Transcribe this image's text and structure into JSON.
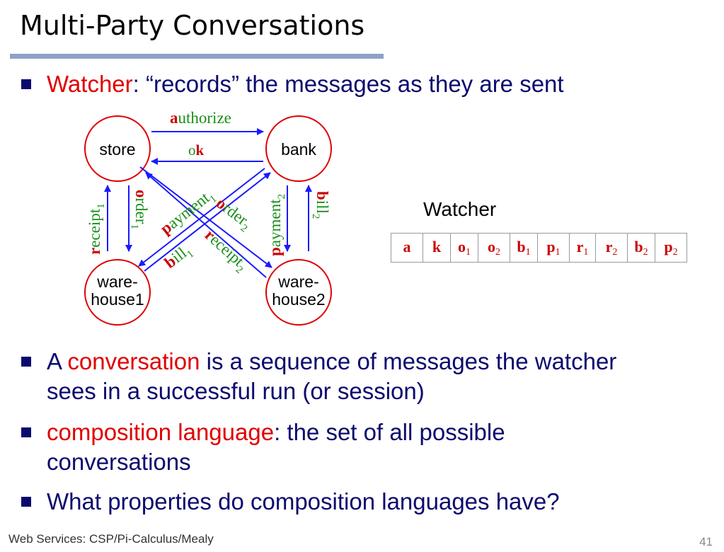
{
  "slide": {
    "title": "Multi-Party Conversations",
    "bullets": [
      {
        "highlight": "Watcher",
        "rest": ": “records” the messages as they are sent"
      },
      {
        "prefix": "A ",
        "highlight": "conversation",
        "rest": " is a sequence of messages the watcher",
        "line2": "sees in a successful run (or session)"
      },
      {
        "highlight": "composition language",
        "rest": ": the set of all possible",
        "line2": "conversations"
      },
      {
        "rest": "What properties do composition languages have?"
      }
    ],
    "footer": "Web Services: CSP/Pi-Calculus/Mealy",
    "page_number": "41"
  },
  "diagram": {
    "nodes": {
      "store": "store",
      "bank": "bank",
      "wh1_line1": "ware-",
      "wh1_line2": "house1",
      "wh2_line1": "ware-",
      "wh2_line2": "house2"
    },
    "messages": {
      "authorize": {
        "first": "a",
        "rest": "uthorize"
      },
      "ok": {
        "first": "o",
        "rest": "k"
      },
      "receipt1": {
        "first": "r",
        "rest": "eceipt",
        "sub": "1"
      },
      "order1": {
        "first": "o",
        "rest": "rder",
        "sub": "1"
      },
      "payment1": {
        "first": "p",
        "rest": "ayment",
        "sub": "1"
      },
      "order2": {
        "first": "o",
        "rest": "rder",
        "sub": "2"
      },
      "bill1": {
        "first": "b",
        "rest": "ill",
        "sub": "1"
      },
      "receipt2": {
        "first": "r",
        "rest": "eceipt",
        "sub": "2"
      },
      "payment2": {
        "first": "p",
        "rest": "ayment",
        "sub": "2"
      },
      "bill2": {
        "first": "b",
        "rest": "ill",
        "sub": "2"
      }
    },
    "colors": {
      "node_stroke": "#e00000",
      "arrow": "#1a1aff",
      "label": "#1a8f1a",
      "first_letter": "#cc0000"
    }
  },
  "watcher": {
    "label": "Watcher",
    "sequence": [
      {
        "letter": "a",
        "sub": ""
      },
      {
        "letter": "k",
        "sub": ""
      },
      {
        "letter": "o",
        "sub": "1"
      },
      {
        "letter": "o",
        "sub": "2"
      },
      {
        "letter": "b",
        "sub": "1"
      },
      {
        "letter": "p",
        "sub": "1"
      },
      {
        "letter": "r",
        "sub": "1"
      },
      {
        "letter": "r",
        "sub": "2"
      },
      {
        "letter": "b",
        "sub": "2"
      },
      {
        "letter": "p",
        "sub": "2"
      }
    ]
  }
}
